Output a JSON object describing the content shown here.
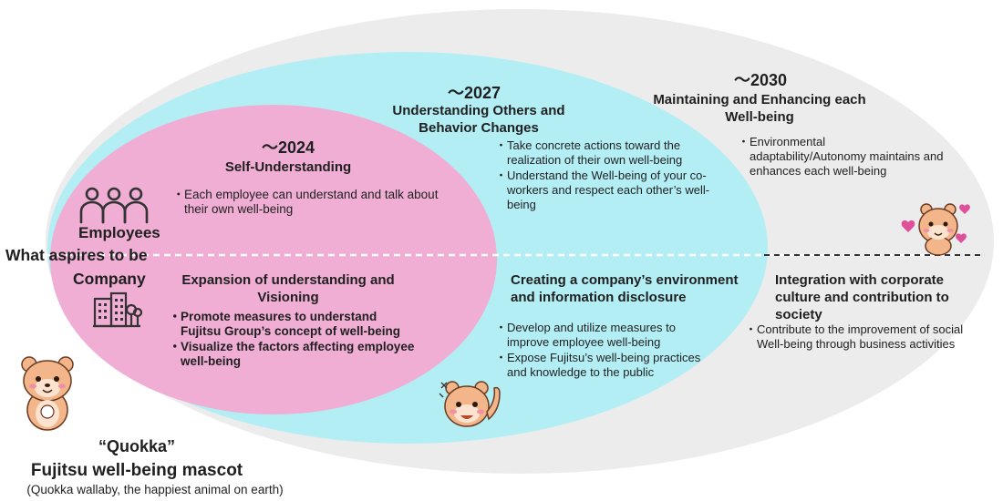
{
  "rows": {
    "employees": "Employees",
    "aspire": "What aspires to be",
    "company": "Company"
  },
  "stages": [
    {
      "year": "～2024",
      "employee_title": "Self-Understanding",
      "employee_bullets": [
        "Each employee can understand and talk about their own well-being"
      ],
      "company_title": "Expansion of understanding and Visioning",
      "company_bullets": [
        "Promote measures to understand Fujitsu Group’s concept of well-being",
        "Visualize the factors affecting employee well-being"
      ]
    },
    {
      "year": "～2027",
      "employee_title": "Understanding Others and Behavior Changes",
      "employee_bullets": [
        "Take concrete actions toward the realization of their own well-being",
        "Understand the Well-being of your co-workers and respect each other’s well-being"
      ],
      "company_title": "Creating a company’s environment and information disclosure",
      "company_bullets": [
        "Develop and utilize measures to improve employee well-being",
        "Expose Fujitsu’s well-being practices and knowledge to the public"
      ]
    },
    {
      "year": "～2030",
      "employee_title": "Maintaining and Enhancing each Well-being",
      "employee_bullets": [
        "Environmental adaptability/Autonomy maintains and enhances each well-being"
      ],
      "company_title": "Integration with corporate culture and contribution to society",
      "company_bullets": [
        "Contribute to the improvement of social Well-being through business activities"
      ]
    }
  ],
  "mascot": {
    "name": "“Quokka”",
    "role": "Fujitsu well-being mascot",
    "desc": "(Quokka wallaby, the happiest animal on earth)"
  },
  "colors": {
    "outer": "#ececec",
    "middle": "#b3eef5",
    "inner": "#f0aed4",
    "mascot_fur": "#f3b58a",
    "heart": "#e0509a"
  },
  "icons": [
    "people-icon",
    "building-icon",
    "quokka-mascot-icon",
    "heart-icon"
  ]
}
